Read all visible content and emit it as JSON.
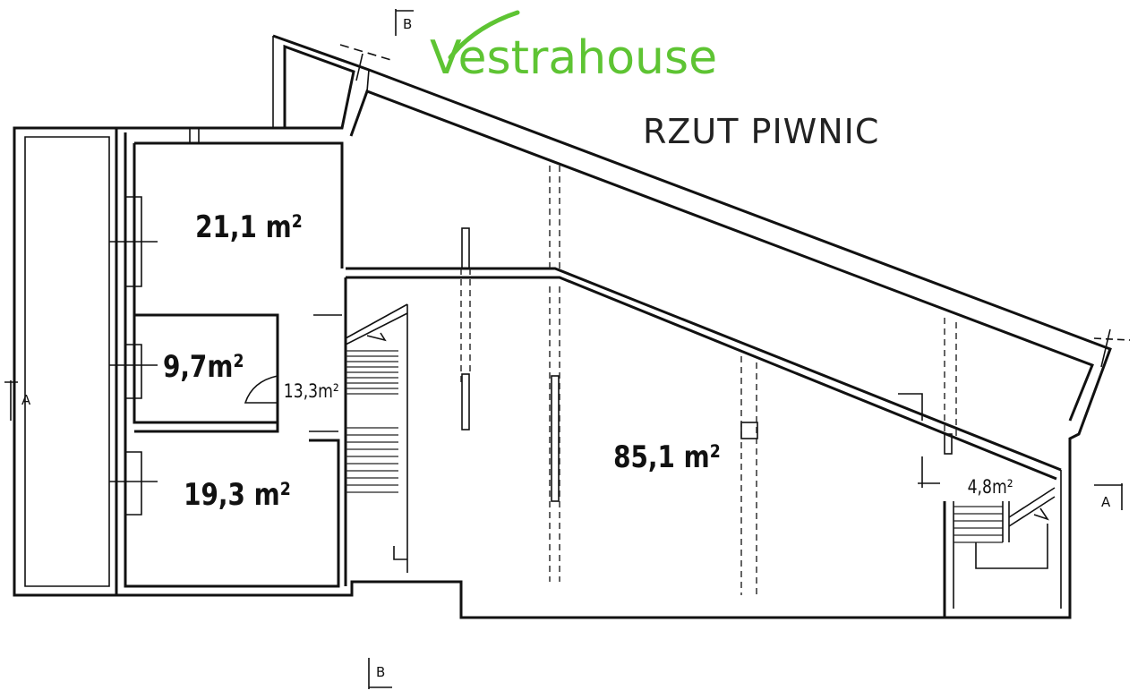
{
  "brand": {
    "name": "Vestrahouse",
    "color": "#5ec433"
  },
  "title": "RZUT PIWNIC",
  "rooms": [
    {
      "area": "21,1 m²"
    },
    {
      "area": "9,7m²"
    },
    {
      "area": "13,3m²"
    },
    {
      "area": "19,3 m²"
    },
    {
      "area": "85,1 m²"
    },
    {
      "area": "4,8m²"
    }
  ],
  "section_marks": {
    "a_left": "A",
    "a_right": "A",
    "b_top": "B",
    "b_bottom": "B"
  }
}
